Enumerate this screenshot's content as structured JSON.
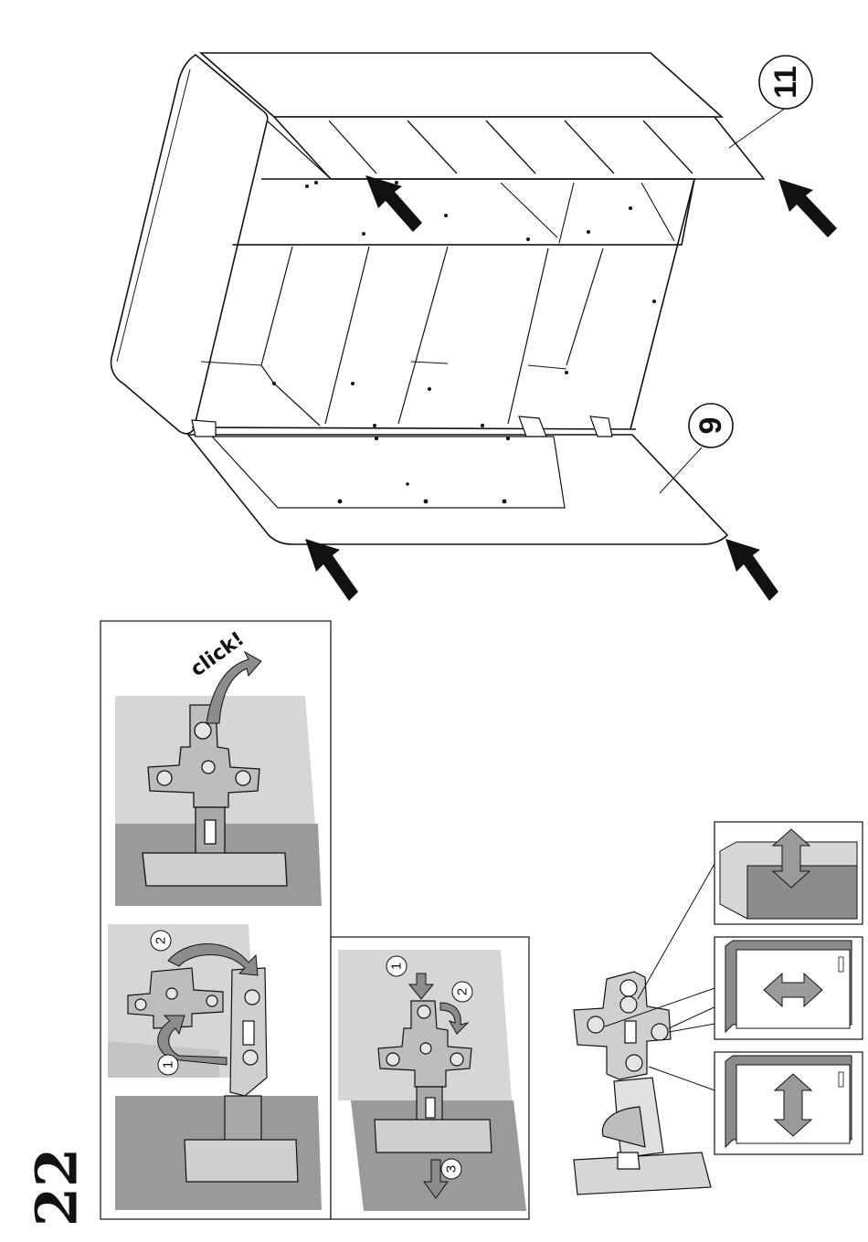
{
  "step": {
    "number": "22"
  },
  "callouts": {
    "part_top": "11",
    "part_bottom": "9"
  },
  "hinge_clip": {
    "click_label": "click!"
  },
  "detach_steps": {
    "s1": "1",
    "s2": "2"
  },
  "release_steps": {
    "s1": "1",
    "s2": "2",
    "s3": "3"
  },
  "adjustments": [
    {
      "name": "depth",
      "icon": "up-down-arrow-icon"
    },
    {
      "name": "side",
      "icon": "left-right-arrow-icon"
    },
    {
      "name": "height",
      "icon": "up-down-arrow-icon"
    }
  ],
  "colors": {
    "ink": "#111111",
    "panel_light": "#d6d6d6",
    "panel_dark": "#9a9a9a",
    "arrow_gray": "#8c8c8c"
  }
}
